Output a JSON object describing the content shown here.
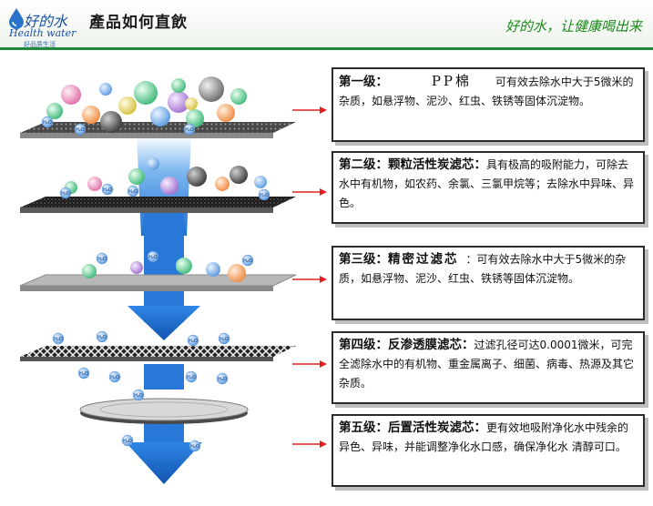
{
  "header": {
    "logo_name": "好的水",
    "logo_en": "Health water",
    "logo_sub": "好品质生活",
    "title": "產品如何直飲",
    "slogan": "好的水，让健康喝出来"
  },
  "molecule_label": "H₂O",
  "stages": [
    {
      "level": "第一级：",
      "name": "PP棉",
      "text": "可有效去除水中大于5微米的杂质，如悬浮物、泥沙、红虫、铁锈等固体沉淀物。"
    },
    {
      "level": "第二级：",
      "name": "颗粒活性炭滤芯：",
      "text": "具有极高的吸附能力，可除去水中有机物，如农药、余氯、三氯甲烷等；去除水中异味、异色。"
    },
    {
      "level": "第三级：",
      "name": "精密过滤芯",
      "text": "：可有效去除水中大于5微米的杂质，如悬浮物、泥沙、红虫、铁锈等固体沉淀物。"
    },
    {
      "level": "第四级：",
      "name": "反渗透膜滤芯：",
      "text": "过滤孔径可达0.0001微米，可完全滤除水中的有机物、重金属离子、细菌、病毒、热源及其它杂质。"
    },
    {
      "level": "第五级：",
      "name": "后置活性炭滤芯：",
      "text": "更有效地吸附净化水中残余的异色、异味，并能调整净化水口感，确保净化水 清醇可口。"
    }
  ],
  "colors": {
    "accent_green": "#1f8a3a",
    "arrow_blue": "#1e6fd0",
    "pointer_red": "#e02020"
  }
}
